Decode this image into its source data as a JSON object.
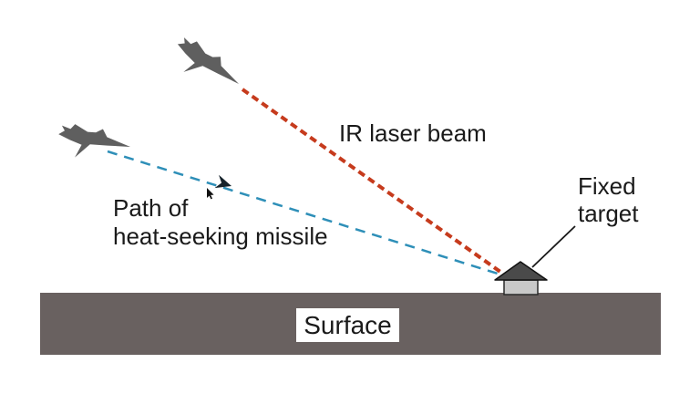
{
  "figure": {
    "type": "physics-diagram",
    "description_labels": {
      "laser_beam": "IR laser beam",
      "missile_path_line1": "Path of",
      "missile_path_line2": "heat-seeking missile",
      "target_line1": "Fixed",
      "target_line2": "target",
      "surface": "Surface"
    },
    "colors": {
      "background": "#ffffff",
      "laser_beam": "#c63b1d",
      "missile_path": "#2e8fb8",
      "aircraft": "#5f5f5f",
      "surface": "#696160",
      "target_roof": "#4a4a4a",
      "target_roof_outline": "#111111",
      "target_body": "#c9c9c9",
      "target_body_outline": "#2a2a2a",
      "missile_arrowhead": "#16232b",
      "leader_line": "#1a1a1a",
      "cursor": "#111111",
      "text": "#1a1a1a"
    },
    "icons": {
      "aircraft-icon": "fighter-jet silhouette (svg polygon)",
      "missile-arrowhead-icon": "dart arrowhead on dashed path (svg polygon)",
      "target-house-icon": "small house: triangular roof on rectangular body (svg)",
      "mouse-cursor-icon": "small pointer arrow (svg polygon)"
    }
  }
}
